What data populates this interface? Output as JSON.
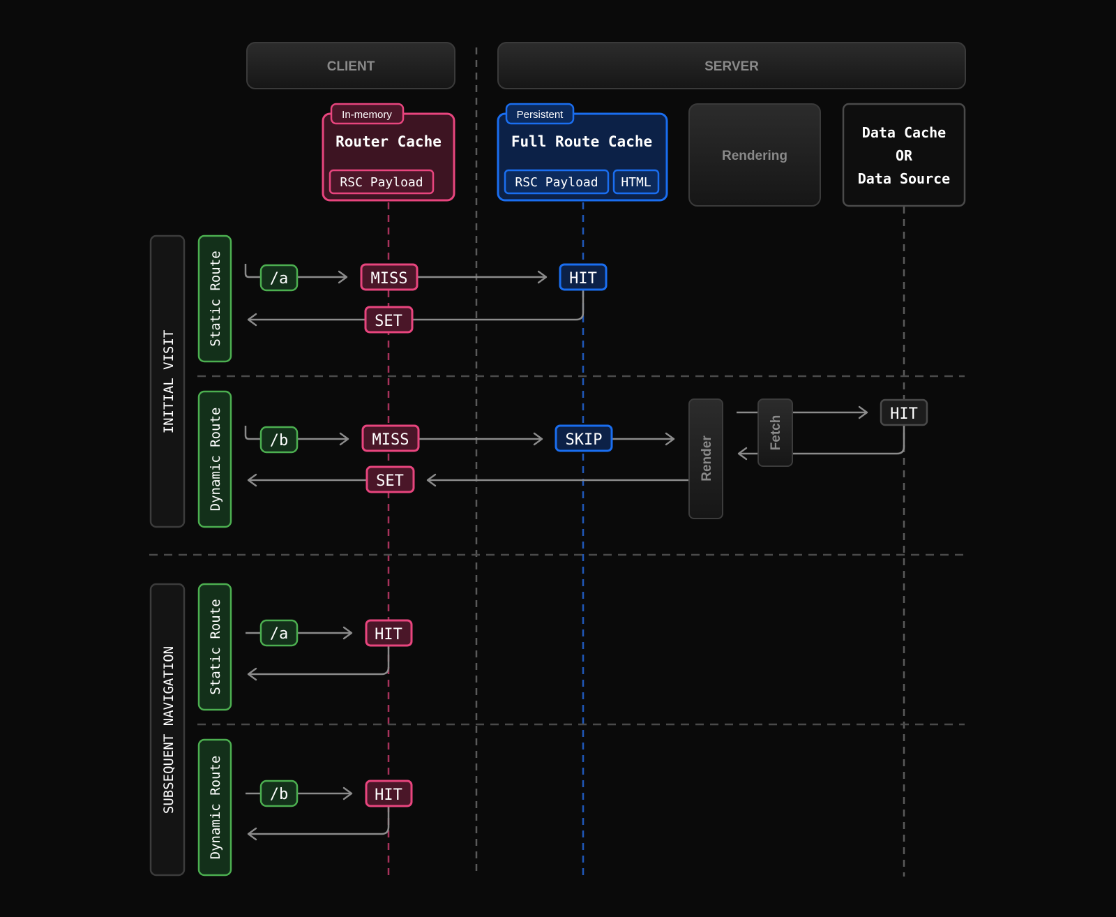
{
  "header": {
    "client_label": "CLIENT",
    "server_label": "SERVER"
  },
  "columns": {
    "router_cache": {
      "tag": "In-memory",
      "title": "Router Cache",
      "items": [
        "RSC Payload"
      ]
    },
    "full_route_cache": {
      "tag": "Persistent",
      "title": "Full Route Cache",
      "items": [
        "RSC Payload",
        "HTML"
      ]
    },
    "rendering": {
      "title": "Rendering"
    },
    "data_cache": {
      "line1": "Data Cache",
      "line2": "OR",
      "line3": "Data Source"
    }
  },
  "sections": {
    "initial_visit": "INITIAL VISIT",
    "subsequent_navigation": "SUBSEQUENT NAVIGATION"
  },
  "rows": {
    "static_route": "Static Route",
    "dynamic_route": "Dynamic Route"
  },
  "flow": {
    "path_a": "/a",
    "path_b": "/b",
    "miss": "MISS",
    "hit": "HIT",
    "set": "SET",
    "skip": "SKIP",
    "render": "Render",
    "fetch": "Fetch"
  },
  "colors": {
    "background": "#0a0a0a",
    "pink": "#e8457e",
    "pink_fill": "#4a1628",
    "blue": "#1a6ef0",
    "blue_fill": "#0c2147",
    "green": "#4caf50",
    "green_fill": "#13301a",
    "gray_stroke": "#8c8c8c",
    "neutral_box": "#2a2a2a"
  }
}
